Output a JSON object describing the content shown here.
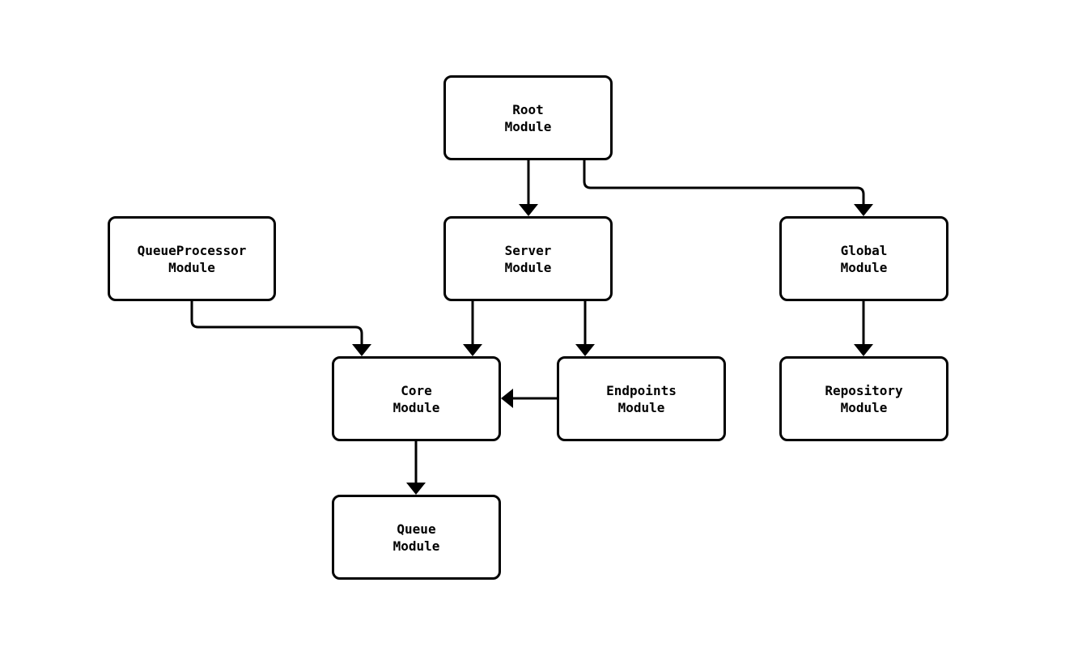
{
  "diagram": {
    "title": "module-dependency-diagram",
    "background_color": "#ffffff",
    "stroke_color": "#000000",
    "node_fill_color": "#ffffff",
    "nodes": {
      "root": {
        "line1": "Root",
        "line2": "Module"
      },
      "queueprocessor": {
        "line1": "QueueProcessor",
        "line2": "Module"
      },
      "server": {
        "line1": "Server",
        "line2": "Module"
      },
      "global": {
        "line1": "Global",
        "line2": "Module"
      },
      "core": {
        "line1": "Core",
        "line2": "Module"
      },
      "endpoints": {
        "line1": "Endpoints",
        "line2": "Module"
      },
      "repository": {
        "line1": "Repository",
        "line2": "Module"
      },
      "queue": {
        "line1": "Queue",
        "line2": "Module"
      }
    },
    "edges": [
      {
        "from": "Root Module",
        "to": "Server Module"
      },
      {
        "from": "Root Module",
        "to": "Global Module"
      },
      {
        "from": "QueueProcessor Module",
        "to": "Core Module"
      },
      {
        "from": "Server Module",
        "to": "Core Module"
      },
      {
        "from": "Server Module",
        "to": "Endpoints Module"
      },
      {
        "from": "Endpoints Module",
        "to": "Core Module"
      },
      {
        "from": "Global Module",
        "to": "Repository Module"
      },
      {
        "from": "Core Module",
        "to": "Queue Module"
      }
    ]
  }
}
